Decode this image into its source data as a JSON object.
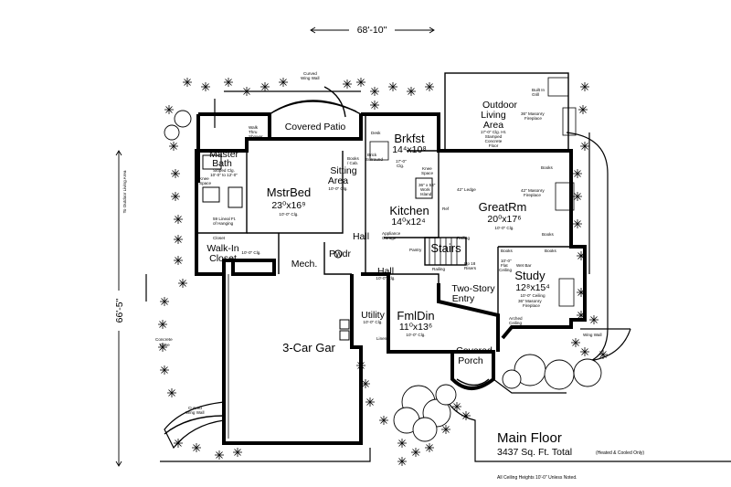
{
  "dimensions": {
    "width": "68'-10\"",
    "depth": "66'-5\""
  },
  "rooms": {
    "covered_patio": "Covered Patio",
    "outdoor_living": {
      "line1": "Outdoor",
      "line2": "Living",
      "line3": "Area",
      "notes": [
        "17'-0\" Clg. Ht.",
        "Stamped",
        "Concrete",
        "Floor"
      ]
    },
    "builtin_grill": {
      "line1": "Built In",
      "line2": "Grill"
    },
    "masonry_fp_outdoor": {
      "line1": "36\" Masonry",
      "line2": "Fireplace"
    },
    "brkfst": {
      "name": "Brkfst",
      "size": "14⁴x10⁸"
    },
    "master_bath": {
      "name": "Master",
      "name2": "Bath",
      "note1": "Sloped Clg.",
      "note2": "10'-0\" to 12'-0\""
    },
    "mstr_bed": {
      "name": "MstrBed",
      "size": "23⁰x16⁹",
      "clg": "10'-0\" Clg."
    },
    "sitting": {
      "name": "Sitting",
      "name2": "Area",
      "clg": "10'-0\" Clg."
    },
    "kitchen": {
      "name": "Kitchen",
      "size": "14⁰x12⁴"
    },
    "great_rm": {
      "name": "GreatRm",
      "size": "20⁰x17⁶",
      "clg": "10'-0\" Clg."
    },
    "walk_in": {
      "name": "Walk-In",
      "name2": "Closet",
      "clg": "10'-0\" Clg."
    },
    "mech": "Mech.",
    "pwdr": "Pwdr",
    "hall_1": "Hall",
    "hall_2": {
      "name": "Hall",
      "clg": "10'-0\" Clg."
    },
    "stairs": "Stairs",
    "two_story": {
      "name": "Two-Story",
      "name2": "Entry"
    },
    "study": {
      "name": "Study",
      "size": "12⁸x15⁴",
      "clg": "10'-0\" Ceiling"
    },
    "fml_din": {
      "name": "FmlDin",
      "size": "11⁰x13⁶",
      "clg": "10'-0\" Clg."
    },
    "utility": {
      "name": "Utility",
      "clg": "10'-0\" Clg."
    },
    "garage": "3-Car Gar",
    "covered_porch": {
      "name": "Covered",
      "name2": "Porch"
    }
  },
  "notes": {
    "curved_wing_wall_top": {
      "line1": "Curved",
      "line2": "Wing Wall"
    },
    "curved_wing_wall_bottom": {
      "line1": "Curved",
      "line2": "Wing Wall"
    },
    "wing_wall_right": "Wing Wall",
    "concrete_drive": {
      "line1": "Concrete",
      "line2": "Drive"
    },
    "to_outdoor_living": "To Outdoor Living Area",
    "desk": "Desk",
    "brick_surround": {
      "line1": "Brick",
      "line2": "Surround"
    },
    "clg_17": {
      "line1": "17'-0\"",
      "line2": "Clg."
    },
    "knee_space": {
      "line1": "Knee",
      "line2": "Space"
    },
    "work_island": {
      "line1": "36\" x 53\"",
      "line2": "Work",
      "line3": "Island"
    },
    "ledge_42": "42\" Ledge",
    "masonry_fp_great": {
      "line1": "42\" Masonry",
      "line2": "Fireplace"
    },
    "books_1": "Books",
    "books_2": "Books",
    "books_3": "Books",
    "books_4": "Books",
    "wet_bar": "Wet Bar",
    "flat_ceiling": {
      "line1": "10'-0\"",
      "line2": "Flat",
      "line3": "Ceiling"
    },
    "masonry_fp_study": {
      "line1": "36\" Masonry",
      "line2": "Fireplace"
    },
    "arched_ceiling": {
      "line1": "Arched",
      "line2": "Ceiling"
    },
    "railing_1": "Railing",
    "railing_2": "Railing",
    "up_risers": {
      "line1": "Up 18",
      "line2": "Risers"
    },
    "pantry": "Pantry",
    "appliance": {
      "line1": "Appliance",
      "line2": "Garage"
    },
    "linear_ft": {
      "line1": "59 Lineal Ft.",
      "line2": "of Hanging"
    },
    "linen": "Linen",
    "closet": "Closet",
    "books_cab": {
      "line1": "Books",
      "line2": "/ Cab."
    },
    "walk_thru_shower": {
      "line1": "Walk",
      "line2": "Thru",
      "line3": "Shower"
    },
    "knee_space_bath": {
      "line1": "Knee",
      "line2": "Space"
    },
    "ref": "Ref"
  },
  "title": {
    "main": "Main Floor",
    "sqft": "3437 Sq. Ft. Total",
    "heated": "(Heated & Cooled Only)",
    "ceiling_note": "All Ceiling Heights 10'-0\" Unless Noted."
  }
}
